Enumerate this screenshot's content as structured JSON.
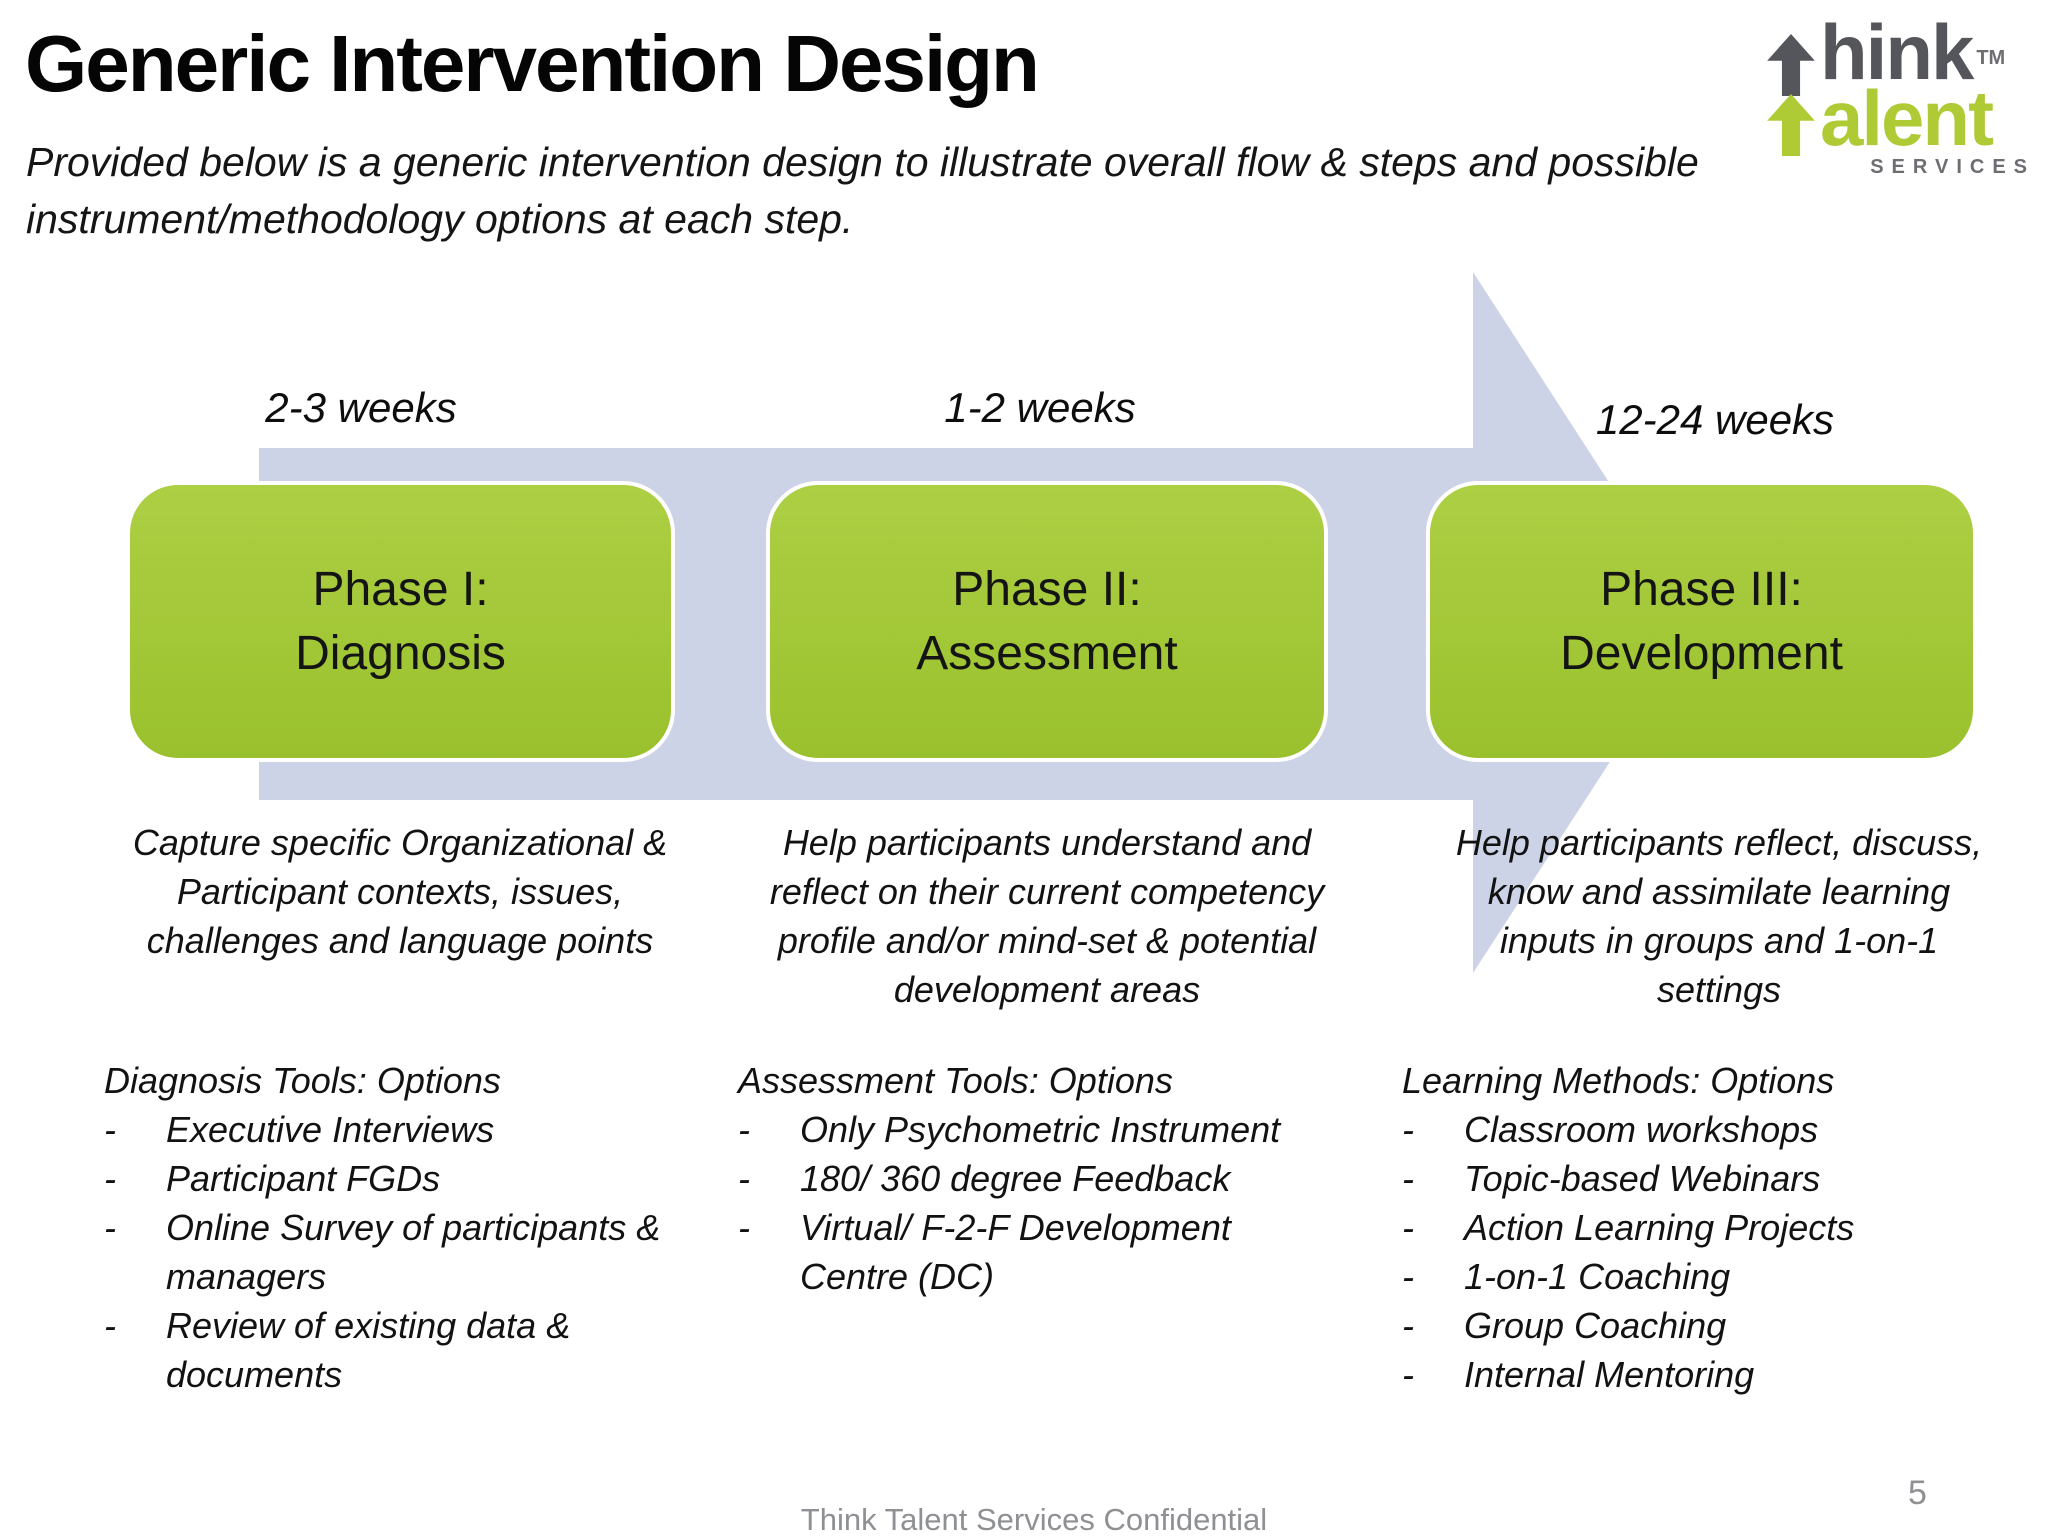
{
  "title": "Generic Intervention Design",
  "subtitle_lines": [
    "Provided below is a generic intervention design to illustrate overall flow & steps and possible",
    "instrument/methodology options at each step."
  ],
  "logo": {
    "think": "hink",
    "talent": "alent",
    "trademark": "TM",
    "services": "SERVICES"
  },
  "bullet": "-",
  "colors": {
    "arrow-fill": "#ccd3e6",
    "phase-light": "#adcf44",
    "phase-dark": "#9ac12d",
    "logo-gray": "#55565b",
    "logo-green": "#aecb35",
    "services-gray": "#6d6e72",
    "footer-gray": "#8e9093",
    "text": "#151515"
  },
  "timeline": [
    {
      "duration": "2-3 weeks"
    },
    {
      "duration": "1-2 weeks"
    },
    {
      "duration": "12-24 weeks"
    }
  ],
  "phases": [
    {
      "name_lines": [
        "Phase I:",
        "Diagnosis"
      ],
      "description_lines": [
        "Capture specific Organizational &",
        "Participant contexts, issues,",
        "challenges and language points"
      ],
      "options_heading": "Diagnosis Tools: Options",
      "options": [
        "Executive Interviews",
        "Participant FGDs",
        "Online Survey of participants & managers",
        "Review of existing data & documents"
      ]
    },
    {
      "name_lines": [
        "Phase II:",
        "Assessment"
      ],
      "description_lines": [
        "Help participants understand and",
        "reflect on their current competency",
        "profile and/or mind-set & potential",
        "development areas"
      ],
      "options_heading": "Assessment Tools: Options",
      "options": [
        "Only Psychometric Instrument",
        "180/ 360 degree Feedback",
        "Virtual/ F-2-F Development Centre (DC)"
      ]
    },
    {
      "name_lines": [
        "Phase III:",
        "Development"
      ],
      "description_lines": [
        "Help participants reflect, discuss,",
        "know and assimilate learning",
        "inputs in groups and 1-on-1",
        "settings"
      ],
      "options_heading": "Learning Methods: Options",
      "options": [
        "Classroom workshops",
        "Topic-based Webinars",
        "Action Learning Projects",
        "1-on-1 Coaching",
        "Group Coaching",
        "Internal Mentoring"
      ]
    }
  ],
  "footer": {
    "confidential": "Think Talent Services Confidential",
    "page_number": "5"
  }
}
